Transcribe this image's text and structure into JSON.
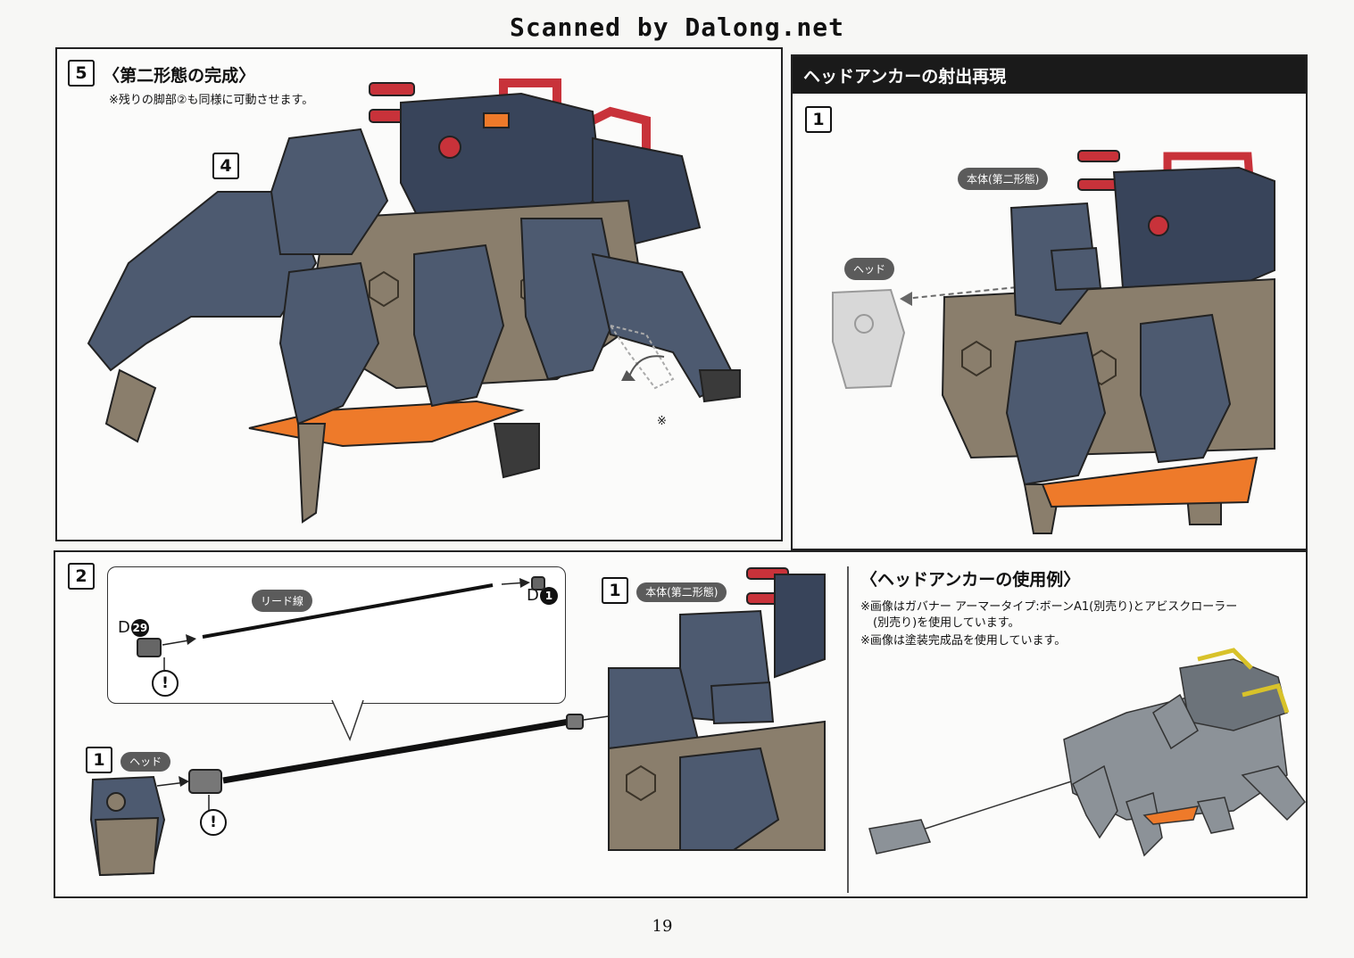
{
  "watermark": "Scanned by Dalong.net",
  "step5": {
    "number": "5",
    "title": "〈第二形態の完成〉",
    "note": "※残りの脚部②も同様に可動させます。",
    "sub_step": "4",
    "mark": "※"
  },
  "head_anchor": {
    "header": "ヘッドアンカーの射出再現",
    "step1": {
      "number": "1",
      "body_label": "本体(第二形態)",
      "head_label": "ヘッド"
    },
    "step2": {
      "number": "2",
      "lead_wire_label": "リード線",
      "part_d_letter": "D",
      "part_d29_num": "29",
      "part_d1_num": "1",
      "warn": "!",
      "body_step": "1",
      "body_label": "本体(第二形態)",
      "head_step": "1",
      "head_label": "ヘッド"
    }
  },
  "usage": {
    "title": "〈ヘッドアンカーの使用例〉",
    "notes": [
      "※画像はガバナー アーマータイプ:ボーンA1(別売り)とアビスクローラー",
      "(別売り)を使用しています。",
      "※画像は塗装完成品を使用しています。"
    ]
  },
  "page_number": "19",
  "colors": {
    "armor": "#4d5a70",
    "armor_dark": "#38445a",
    "frame": "#8a7e6c",
    "accent_red": "#c8323a",
    "accent_orange": "#ee7a2a",
    "photo_gray": "#8c9298",
    "photo_yellow": "#d8c22a"
  }
}
